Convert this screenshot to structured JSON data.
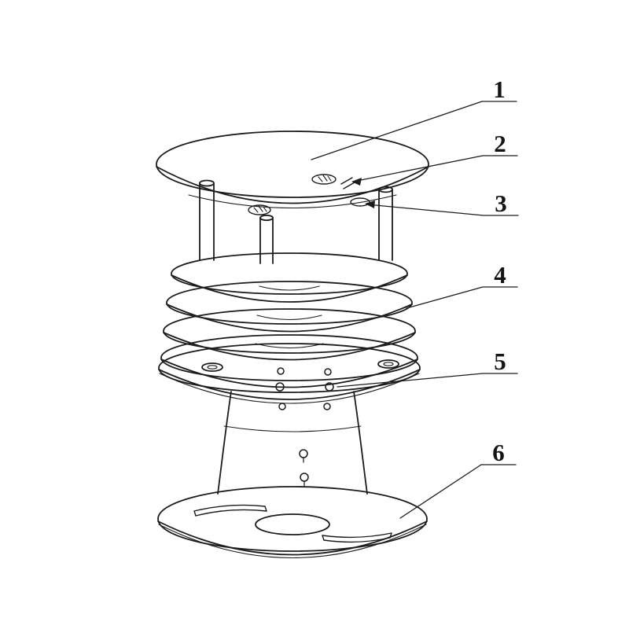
{
  "diagram": {
    "line_color": "#1c1c1c",
    "background_color": "#ffffff",
    "callouts": [
      {
        "num": "1"
      },
      {
        "num": "2"
      },
      {
        "num": "3"
      },
      {
        "num": "4"
      },
      {
        "num": "5"
      },
      {
        "num": "6"
      }
    ]
  }
}
